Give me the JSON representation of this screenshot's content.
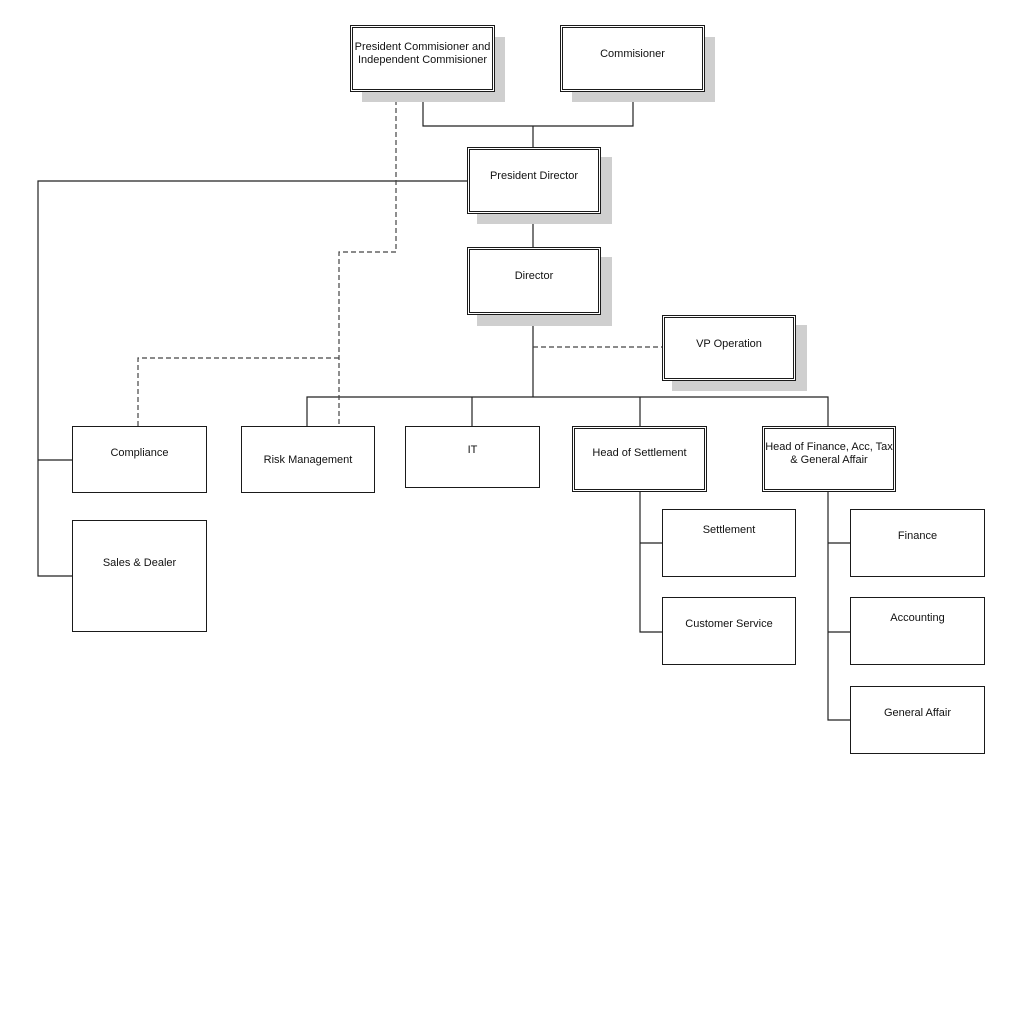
{
  "nodes": {
    "president_commissioner": "President Commisioner and\nIndependent Commisioner",
    "commissioner": "Commisioner",
    "president_director": "President Director",
    "director": "Director",
    "vp_operation": "VP Operation",
    "compliance": "Compliance",
    "sales_dealer": "Sales & Dealer",
    "risk_management": "Risk Management",
    "it": "IT",
    "head_settlement": "Head of Settlement",
    "head_finance": "Head of Finance, Acc, Tax\n& General Affair",
    "settlement": "Settlement",
    "customer_service": "Customer Service",
    "finance": "Finance",
    "accounting": "Accounting",
    "general_affair": "General Affair"
  }
}
